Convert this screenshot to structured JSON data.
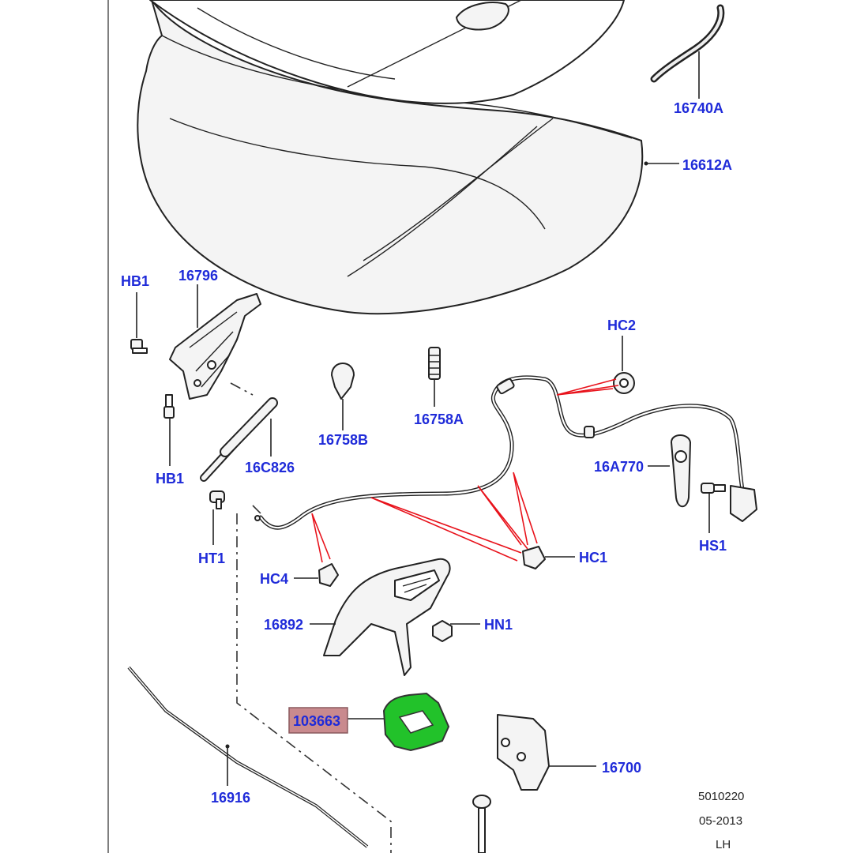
{
  "diagram": {
    "colors": {
      "label": "#1f2bd9",
      "highlight_fill": "#c98a8e",
      "highlight_part": "#22c22a",
      "red_lines": "#e8121b",
      "line": "#222222"
    },
    "labels": {
      "p16740A": "16740A",
      "p16612A": "16612A",
      "hb1_top": "HB1",
      "p16796": "16796",
      "hc2": "HC2",
      "p16758B": "16758B",
      "p16758A": "16758A",
      "hb1_bottom": "HB1",
      "p16C826": "16C826",
      "p16A770": "16A770",
      "hs1": "HS1",
      "ht1": "HT1",
      "hc1": "HC1",
      "hc4": "HC4",
      "p16892": "16892",
      "hn1": "HN1",
      "p103663": "103663",
      "p16700": "16700",
      "p16916": "16916"
    },
    "meta": {
      "code": "5010220",
      "date": "05-2013",
      "side": "LH"
    }
  }
}
